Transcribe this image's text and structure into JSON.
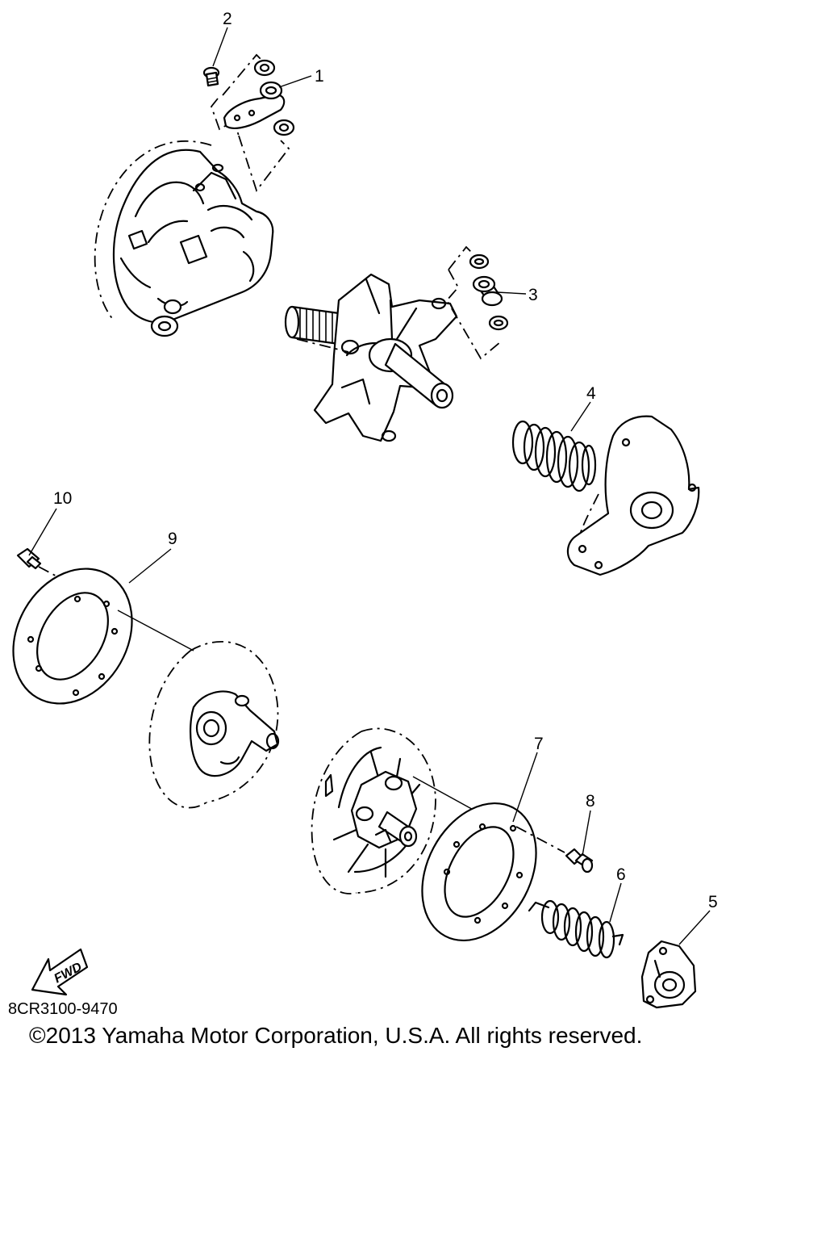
{
  "diagram": {
    "callouts": [
      {
        "id": "1",
        "label": "1"
      },
      {
        "id": "2",
        "label": "2"
      },
      {
        "id": "3",
        "label": "3"
      },
      {
        "id": "4",
        "label": "4"
      },
      {
        "id": "5",
        "label": "5"
      },
      {
        "id": "6",
        "label": "6"
      },
      {
        "id": "7",
        "label": "7"
      },
      {
        "id": "8",
        "label": "8"
      },
      {
        "id": "9",
        "label": "9"
      },
      {
        "id": "10",
        "label": "10"
      }
    ],
    "part_code": "8CR3100-9470",
    "direction_label": "FWD",
    "copyright": "©2013 Yamaha Motor Corporation, U.S.A. All rights reserved."
  }
}
